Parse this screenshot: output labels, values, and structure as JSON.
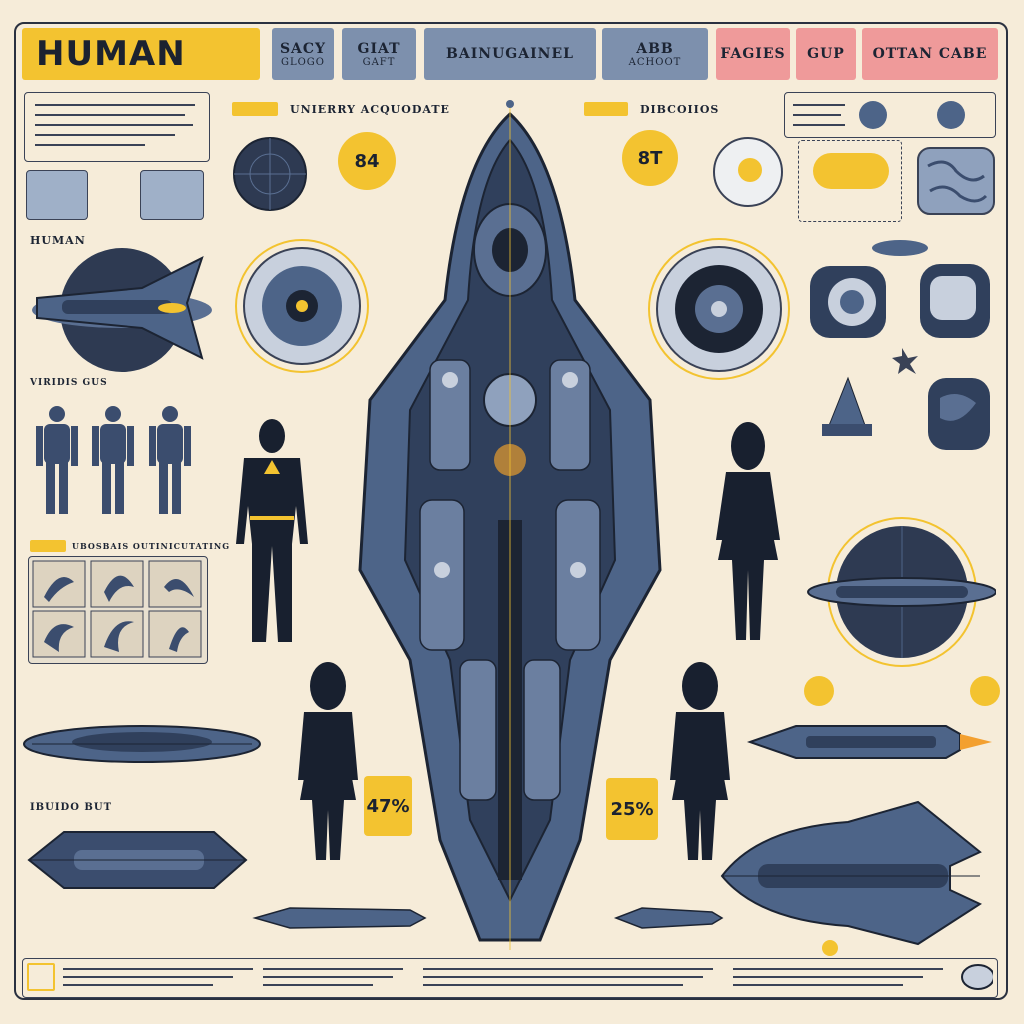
{
  "header": {
    "title": "HUMAN",
    "box1": {
      "l1": "",
      "l2": ""
    },
    "box2": {
      "l1": "SACY",
      "l2": "GLOGO"
    },
    "box3": {
      "l1": "GIAT",
      "l2": "GAFT"
    },
    "box4": {
      "l1": "BAINUGAINEL",
      "l2": ""
    },
    "box5": {
      "l1": "ABB",
      "l2": "ACHOOT"
    },
    "box6": {
      "l1": "FAGIES",
      "l2": ""
    },
    "box7": {
      "l1": "GUP",
      "l2": ""
    },
    "box8": {
      "l1": "OTTAN CABE",
      "l2": ""
    }
  },
  "labels": {
    "left_section": "HUMAN",
    "figures_row": "VIRIDIS GUS",
    "specimen_title": "UBOSBAIS OUTINICUTATING",
    "ship_section": "IBUIDO BUT",
    "center_heading": "UNIERRY ACQUODATE",
    "right_heading": "DIBCOIIOS"
  },
  "stats": {
    "top_left_number": "84",
    "top_right_number": "8T",
    "pct_left": "47%",
    "pct_right": "25%"
  },
  "colors": {
    "background": "#f6ecd9",
    "accent": "#f3c330",
    "steel": "#4d6488",
    "ink": "#1c2433",
    "pink": "#ef9a9a"
  }
}
